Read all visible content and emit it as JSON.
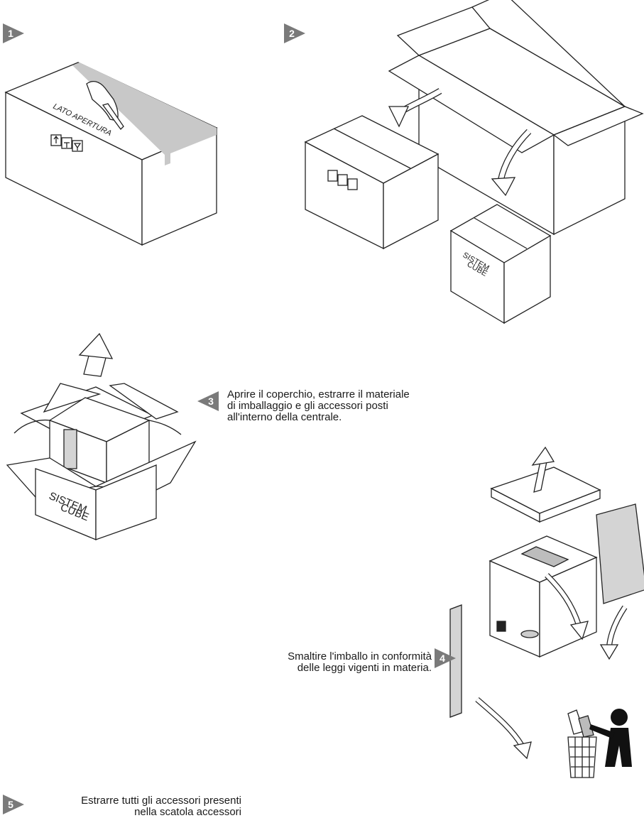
{
  "steps": [
    {
      "number": "1"
    },
    {
      "number": "2"
    },
    {
      "number": "3",
      "caption": "Aprire il coperchio, estrarre il materiale\ndi imballaggio e gli accessori posti\nall'interno della centrale."
    },
    {
      "number": "4",
      "caption": "Smaltire l'imballo in conformità\ndelle leggi vigenti in materia."
    },
    {
      "number": "5",
      "caption": "Estrarre tutti gli accessori presenti\nnella scatola accessori"
    }
  ],
  "box_labels": {
    "opening_side": "LATO APERTURA",
    "product_line1": "SISTEM",
    "product_line2": "CUBE"
  },
  "icons": [
    "this-side-up-icon",
    "keep-dry-icon",
    "fragile-icon",
    "recycle-bin-icon"
  ],
  "colors": {
    "marker": "#7a7a7a",
    "tape": "#c8c8c8",
    "panel": "#d4d4d4"
  }
}
